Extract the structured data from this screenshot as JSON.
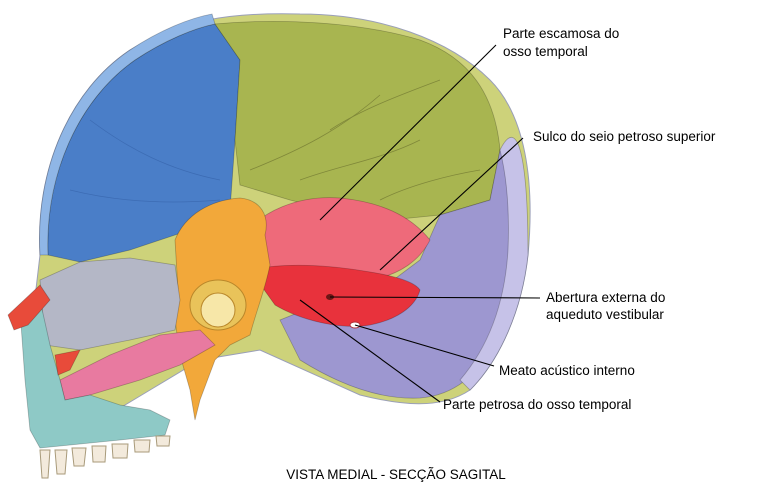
{
  "labels": {
    "squamous": [
      "Parte escamosa do",
      "osso temporal"
    ],
    "sulcus": "Sulco do seio petroso superior",
    "aperture": [
      "Abertura externa do",
      "aqueduto vestibular"
    ],
    "meatus": "Meato acústico interno",
    "petrous": "Parte petrosa do osso temporal"
  },
  "caption": "VISTA MEDIAL - SECÇÃO SAGITAL",
  "colors": {
    "frontal": "#4a7ec8",
    "frontal_rim": "#8fb6e6",
    "parietal": "#a8b550",
    "parietal_rim": "#cdd27a",
    "occipital": "#9d97d0",
    "occipital_rim": "#c6c2e8",
    "squamous_temporal": "#ee6a7a",
    "petrous_temporal": "#e8323c",
    "sphenoid": "#f2a83a",
    "ethmoid": "#b4b7c6",
    "palatine": "#e87aa0",
    "maxilla": "#8ec9c6",
    "nasal": "#e84b3a",
    "teeth": "#f3eadc"
  }
}
